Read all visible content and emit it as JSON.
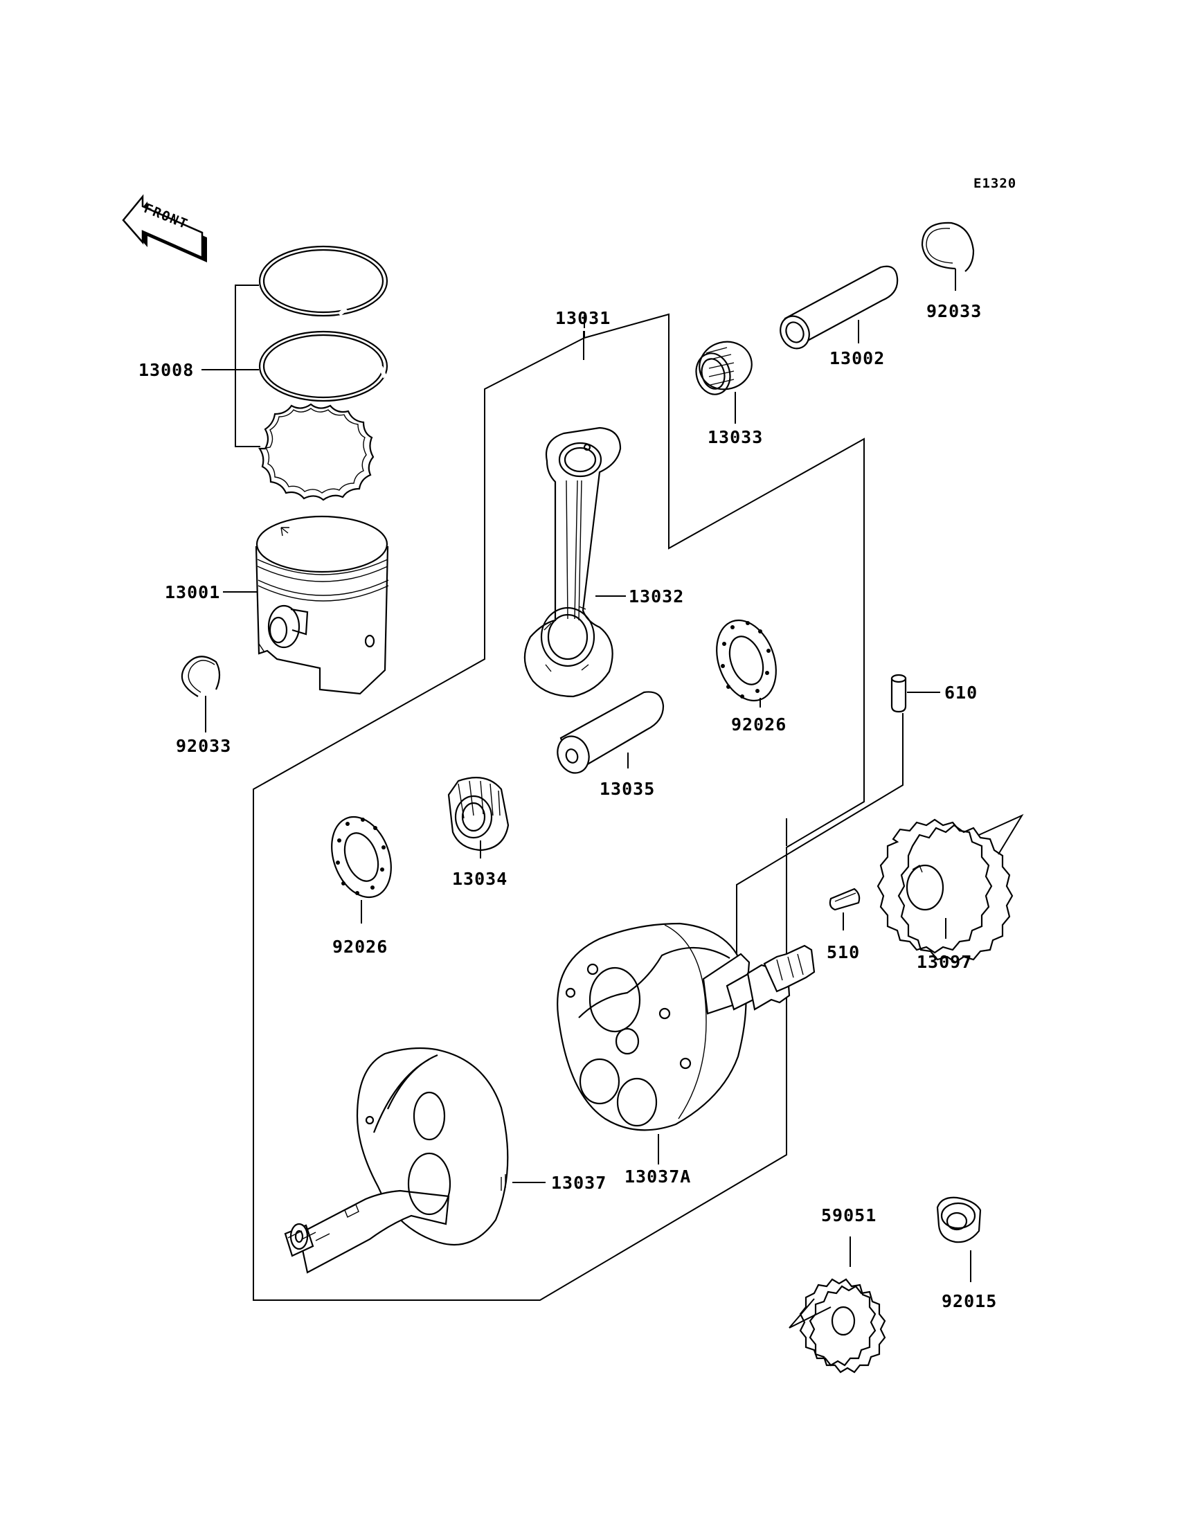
{
  "diagram_code": "E1320",
  "front_label": "FRONT",
  "labels": {
    "p13008": "13008",
    "p13001": "13001",
    "p92033_left": "92033",
    "p13031": "13031",
    "p13032": "13032",
    "p13033": "13033",
    "p13002": "13002",
    "p92033_right": "92033",
    "p92026_right": "92026",
    "p610": "610",
    "p13035": "13035",
    "p13034": "13034",
    "p92026_left": "92026",
    "p510": "510",
    "p13097": "13097",
    "p13037": "13037",
    "p13037A": "13037A",
    "p59051": "59051",
    "p92015": "92015"
  },
  "icons": [
    "front-arrow-icon"
  ]
}
